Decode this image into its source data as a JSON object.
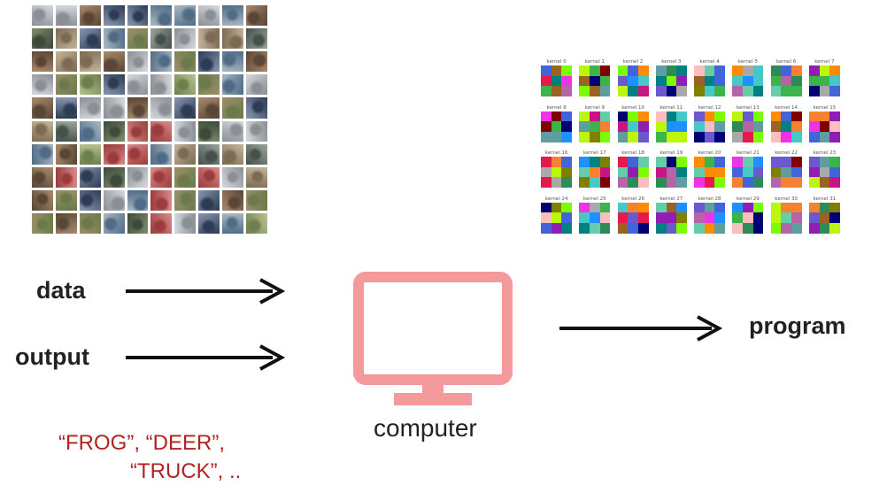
{
  "labels": {
    "data": "data",
    "output": "output",
    "program": "program",
    "computer": "computer",
    "outputs_line1": "“FROG”, “DEER”,",
    "outputs_line2": "“TRUCK”, .."
  },
  "kernels": [
    "kernel 0",
    "kernel 1",
    "kernel 2",
    "kernel 3",
    "kernel 4",
    "kernel 5",
    "kernel 6",
    "kernel 7",
    "kernel 8",
    "kernel 9",
    "kernel 10",
    "kernel 11",
    "kernel 12",
    "kernel 13",
    "kernel 14",
    "kernel 15",
    "kernel 16",
    "kernel 17",
    "kernel 18",
    "kernel 19",
    "kernel 20",
    "kernel 21",
    "kernel 22",
    "kernel 23",
    "kernel 24",
    "kernel 25",
    "kernel 26",
    "kernel 27",
    "kernel 28",
    "kernel 29",
    "kernel 30",
    "kernel 31"
  ],
  "thumbnail_count": 100,
  "colors": {
    "computer": "#f4999c",
    "arrow": "#111111",
    "outputs_text": "#b22222"
  },
  "icons": {
    "computer": "monitor-icon"
  }
}
